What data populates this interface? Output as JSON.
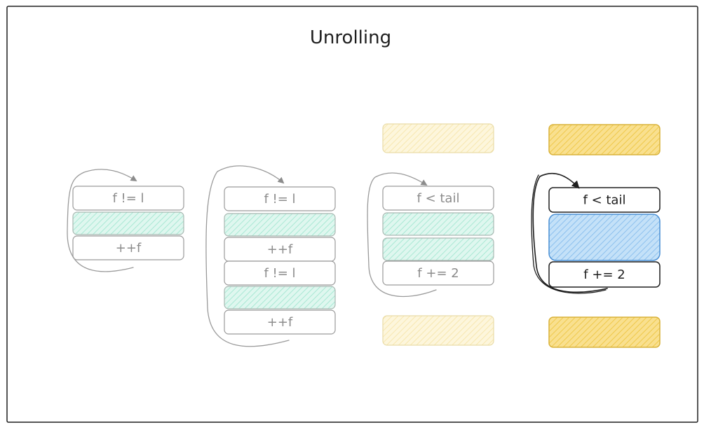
{
  "title": "Unrolling",
  "colors": {
    "frame": "#1e1e1e",
    "faded_stroke": "#9a9a9a",
    "faded_text": "#8c8c8c",
    "dark_stroke": "#1e1e1e",
    "teal_fill": "#c3f0e2",
    "yellow_light": "#fbefc4",
    "yellow_bright": "#f5d46a",
    "blue_fill": "#a5d0f5",
    "blue_stroke": "#4a8fd4"
  },
  "diagrams": [
    {
      "id": "loop-basic",
      "emphasis": "faded",
      "blocks": [
        {
          "kind": "code",
          "label": "f != l"
        },
        {
          "kind": "body",
          "label": ""
        },
        {
          "kind": "code",
          "label": "++f"
        }
      ]
    },
    {
      "id": "loop-unrolled-2x",
      "emphasis": "faded",
      "blocks": [
        {
          "kind": "code",
          "label": "f != l"
        },
        {
          "kind": "body",
          "label": ""
        },
        {
          "kind": "code",
          "label": "++f"
        },
        {
          "kind": "code",
          "label": "f != l"
        },
        {
          "kind": "body",
          "label": ""
        },
        {
          "kind": "code",
          "label": "++f"
        }
      ]
    },
    {
      "id": "loop-tail-faded",
      "emphasis": "faded",
      "blocks": [
        {
          "kind": "prologue",
          "label": ""
        },
        {
          "kind": "code",
          "label": "f < tail"
        },
        {
          "kind": "body",
          "label": ""
        },
        {
          "kind": "body",
          "label": ""
        },
        {
          "kind": "code",
          "label": "f += 2"
        },
        {
          "kind": "epilogue",
          "label": ""
        }
      ]
    },
    {
      "id": "loop-tail-highlight",
      "emphasis": "highlight",
      "blocks": [
        {
          "kind": "prologue",
          "label": ""
        },
        {
          "kind": "code",
          "label": "f < tail"
        },
        {
          "kind": "body-double",
          "label": ""
        },
        {
          "kind": "code",
          "label": "f += 2"
        },
        {
          "kind": "epilogue",
          "label": ""
        }
      ]
    }
  ]
}
